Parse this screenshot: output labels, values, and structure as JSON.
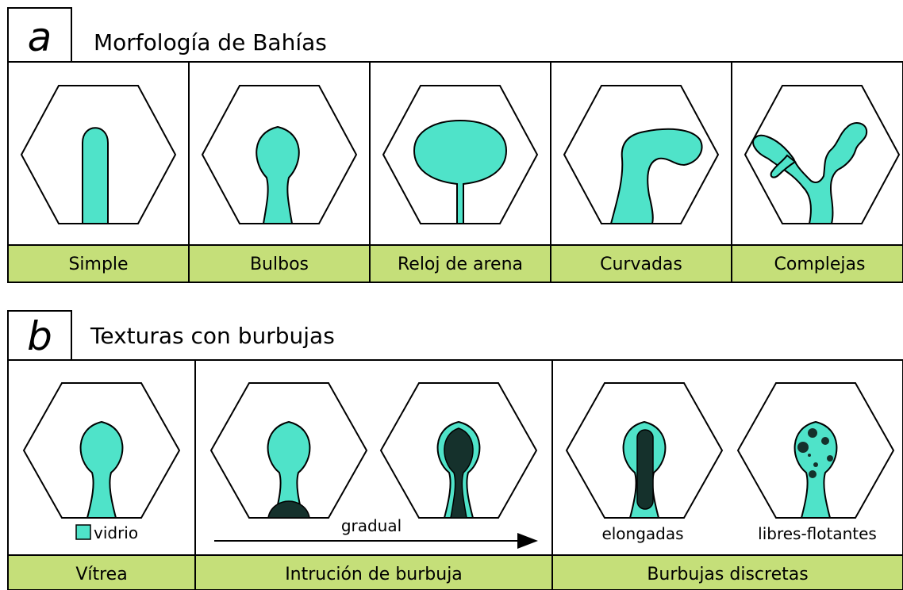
{
  "panel_a": {
    "letter": "a",
    "title": "Morfología de Bahías",
    "labels": [
      "Simple",
      "Bulbos",
      "Reloj de arena",
      "Curvadas",
      "Complejas"
    ]
  },
  "panel_b": {
    "letter": "b",
    "title": "Texturas con burbujas",
    "labels": [
      "Vítrea",
      "Intrución de burbuja",
      "Burbujas discretas"
    ],
    "legend_vidrio": "vidrio",
    "arrow_label": "gradual",
    "sub_elongadas": "elongadas",
    "sub_libres": "libres-flotantes"
  },
  "colors": {
    "glass": "#4fe3c9",
    "bubble": "#15312c",
    "label_band": "#c5df79",
    "outline": "#000000"
  }
}
